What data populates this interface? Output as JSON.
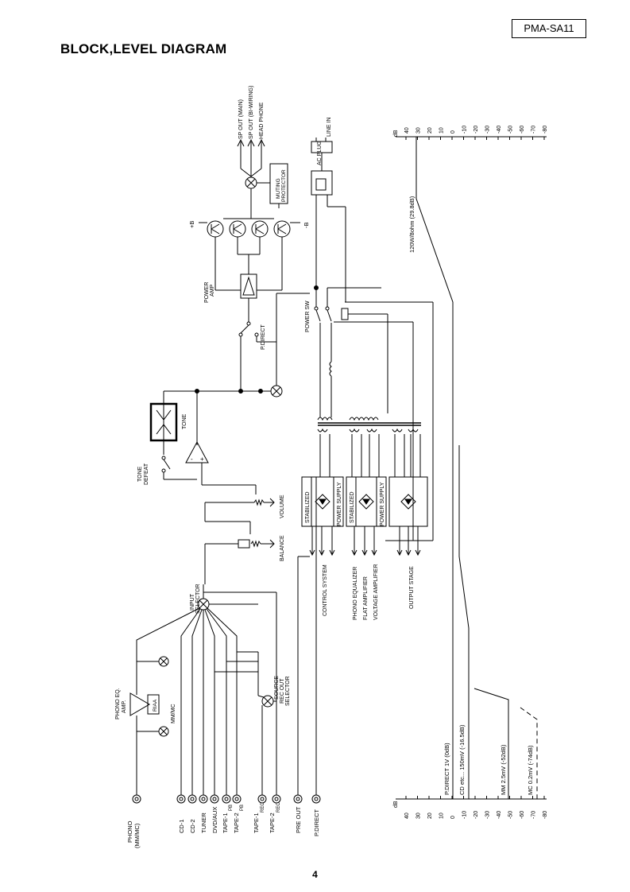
{
  "header": {
    "model": "PMA-SA11",
    "title": "BLOCK,LEVEL DIAGRAM"
  },
  "footer": {
    "page": "4"
  },
  "labels": {
    "sp_main": "SP OUT (MAIN)",
    "sp_bi": "SP OUT (BI-WIRING)",
    "head_phone": "HEAD PHONE",
    "muting": "MUTING",
    "protector": "PROTECTOR",
    "ac_plug": "AC PLUG",
    "line_in": "LINE IN",
    "power_amp_1": "POWER",
    "power_amp_2": "AMP",
    "plus_b": "+B",
    "minus_b": "-B",
    "p_direct_sw": "P.DIRECT",
    "power_sw": "POWER SW",
    "tone": "TONE",
    "tone_defeat_1": "TONE",
    "tone_defeat_2": "DEFEAT",
    "volume": "VOLUME",
    "balance": "BALANCE",
    "input_sel_1": "INPUT",
    "input_sel_2": "SELECTOR",
    "phono_eq_1": "PHONO EQ.",
    "phono_eq_2": "AMP.",
    "riaa": "RIAA",
    "mm_mc": "MM/MC",
    "source_1": "SOURCE",
    "source_2": "REC OUT",
    "source_3": "SELECTOR",
    "stab": "STABILIZED",
    "psu": "POWER SUPPLY",
    "control_system": "CONTROL SYSTEM",
    "phono_equalizer": "PHONO EQUALIZER",
    "flat_amplifier": "FLAT AMPLIFIER",
    "voltage_amplifier": "VOLTAGE AMPLIFIER",
    "output_stage": "OUTPUT STAGE",
    "db": "dB"
  },
  "jacks": [
    {
      "id": "phono",
      "line1": "PHONO",
      "line2": "(MM/MC)"
    },
    {
      "id": "cd1",
      "line1": "CD-1",
      "line2": ""
    },
    {
      "id": "cd2",
      "line1": "CD-2",
      "line2": ""
    },
    {
      "id": "tuner",
      "line1": "TUNER",
      "line2": ""
    },
    {
      "id": "dvd",
      "line1": "DVD/AUX",
      "line2": ""
    },
    {
      "id": "tape1pb",
      "line1": "TAPE-1",
      "line2": "PB"
    },
    {
      "id": "tape2pb",
      "line1": "TAPE-2",
      "line2": "PB"
    },
    {
      "id": "tape1rec",
      "line1": "TAPE-1",
      "line2": "REC"
    },
    {
      "id": "tape2rec",
      "line1": "TAPE-2",
      "line2": "REC"
    },
    {
      "id": "preout",
      "line1": "PRE OUT",
      "line2": ""
    },
    {
      "id": "pdirect",
      "line1": "P.DIRECT",
      "line2": ""
    }
  ],
  "level": {
    "scale_ticks": [
      "40",
      "30",
      "20",
      "10",
      "0",
      "-10",
      "-20",
      "-30",
      "-40",
      "-50",
      "-60",
      "-70",
      "-80"
    ],
    "annotations": [
      {
        "id": "max_out",
        "text": "120W/8ohm (29.8dB)"
      },
      {
        "id": "p_direct",
        "text": "P.DIRECT  1V  (0dB)"
      },
      {
        "id": "cd",
        "text": "CD etc...   150mV (-16.5dB)"
      },
      {
        "id": "mm",
        "text": "MM 2.5mV (-52dB)"
      },
      {
        "id": "mc",
        "text": "MC 0.2mV (-74dB)"
      }
    ]
  }
}
